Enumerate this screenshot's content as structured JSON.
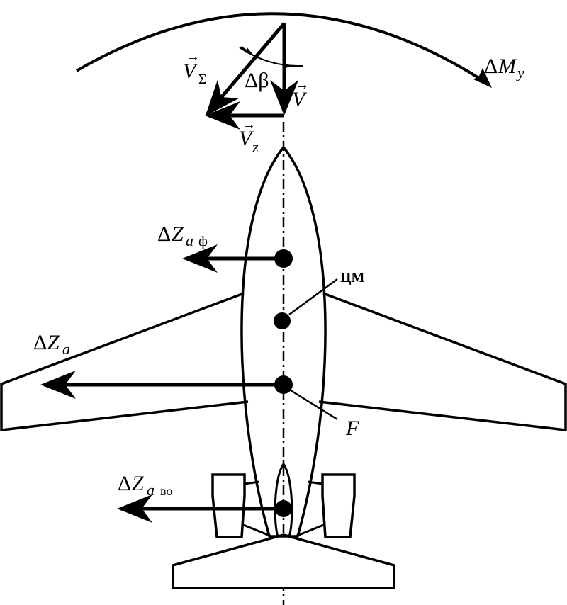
{
  "labels": {
    "v_sigma": {
      "main": "V",
      "sub": "Σ"
    },
    "delta_beta": "Δβ",
    "v": "V",
    "v_z": {
      "main": "V",
      "sub": "z"
    },
    "delta_my": {
      "delta": "Δ",
      "main": "M",
      "sub": "y"
    },
    "delta_za_f": {
      "delta": "Δ",
      "main": "Z",
      "sub": "a",
      "sub2": "ф"
    },
    "cm": "ЦМ",
    "delta_za": {
      "delta": "Δ",
      "main": "Z",
      "sub": "a"
    },
    "f": "F",
    "delta_za_vo": {
      "delta": "Δ",
      "main": "Z",
      "sub": "a",
      "sub2": "во"
    }
  },
  "colors": {
    "ink": "#000000",
    "background": "#ffffff"
  }
}
